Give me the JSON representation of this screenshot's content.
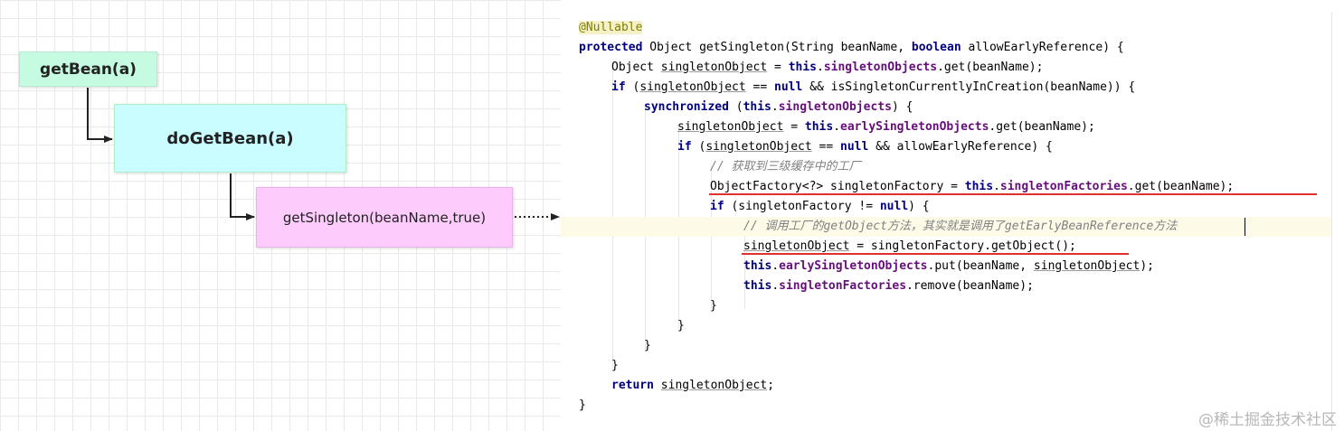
{
  "diagram": {
    "nodes": [
      {
        "id": "n1",
        "label": "getBean(a)",
        "color": "#c5fbe0"
      },
      {
        "id": "n2",
        "label": "doGetBean(a)",
        "color": "#c9fdff"
      },
      {
        "id": "n3",
        "label": "getSingleton(beanName,true)",
        "color": "#fdccfd"
      }
    ],
    "edges": [
      {
        "from": "n1",
        "to": "n2",
        "style": "solid"
      },
      {
        "from": "n2",
        "to": "n3",
        "style": "solid"
      },
      {
        "from": "n3",
        "to": "code",
        "style": "dotted"
      }
    ]
  },
  "code": {
    "annotation": "@Nullable",
    "protected": "protected",
    "sig1": " Object getSingleton(String beanName, ",
    "boolean": "boolean",
    "sig2": " allowEarlyReference) {",
    "l3a": "Object ",
    "var": "singletonObject",
    "l3b": " = ",
    "this": "this",
    "dot": ".",
    "singletonObjects": "singletonObjects",
    "l3c": ".get(beanName);",
    "if": "if",
    "l4a": " (",
    "l4b": " == ",
    "null": "null",
    "l4c": " && isSingletonCurrentlyInCreation(beanName)) {",
    "synchronized": "synchronized",
    "l5a": " (",
    "l5b": ") {",
    "earlySingletonObjects": "earlySingletonObjects",
    "l6c": ".get(beanName);",
    "l7c": " && allowEarlyReference) {",
    "comment1": "// 获取到三级缓存中的工厂",
    "l9a": "ObjectFactory<?> singletonFactory = ",
    "singletonFactories": "singletonFactories",
    "l9c": ".get(beanName);",
    "l10a": " (singletonFactory != ",
    "l10b": ") {",
    "comment2": "// 调用工厂的getObject方法，其实就是调用了getEarlyBeanReference方法",
    "l12b": " = singletonFactory.getObject();",
    "l13c": ".put(beanName, ",
    "l13d": ");",
    "l14c": ".remove(beanName);",
    "brace": "}",
    "return": "return",
    "l19b": ";"
  },
  "watermark": "@稀土掘金技术社区",
  "highlight_color": "#fdfbe8",
  "underline_color": "#e03030"
}
